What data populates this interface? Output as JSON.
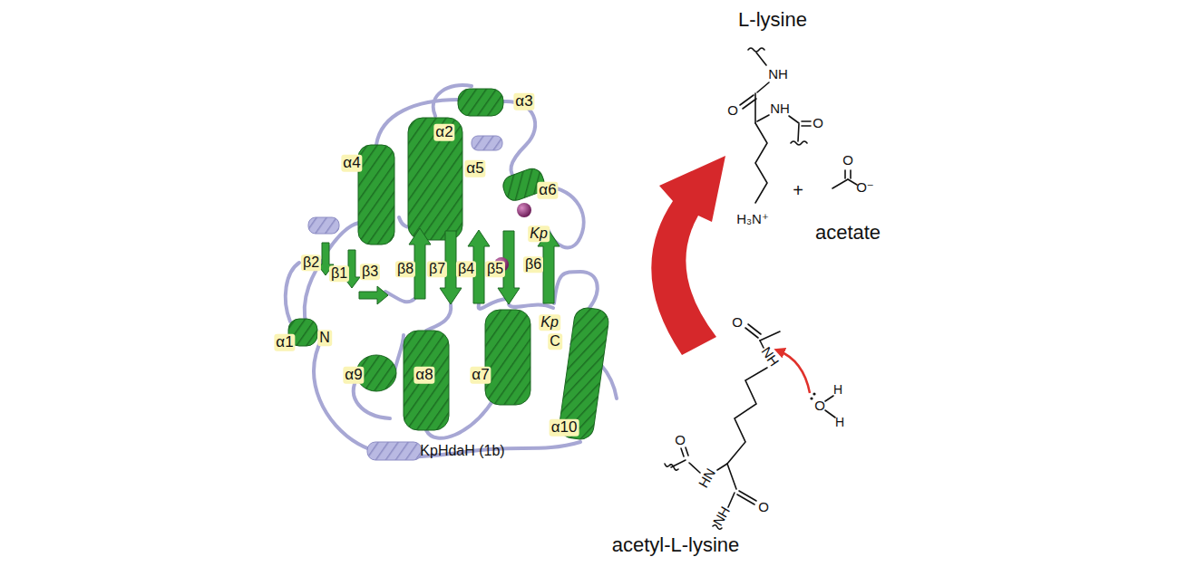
{
  "diagram": {
    "nodes": [
      {
        "text": [
          "KpHdaH (1b)"
        ]
      },
      {
        "text": [
          "L-lysine",
          "acetyl-L-lysine"
        ]
      },
      {
        "text": [
          "O",
          "O⁻",
          "acetate"
        ],
        "in": 1
      },
      {
        "text": [
          "O",
          "NH"
        ],
        "in": 1
      }
    ],
    "labels": [
      "α3",
      "α2",
      "α4",
      "α5",
      "α6",
      "Kp",
      "β8",
      "β7",
      "β4",
      "β5",
      "β6",
      "β2",
      "β1",
      "β3",
      "Kp",
      "C",
      "α1",
      "N",
      "α9",
      "α8",
      "α7",
      "α10",
      "NH",
      "O",
      "NH",
      "O",
      "H₃N⁺",
      "+",
      "O",
      "H",
      "H",
      "O",
      "HN",
      "O",
      "NH"
    ]
  }
}
